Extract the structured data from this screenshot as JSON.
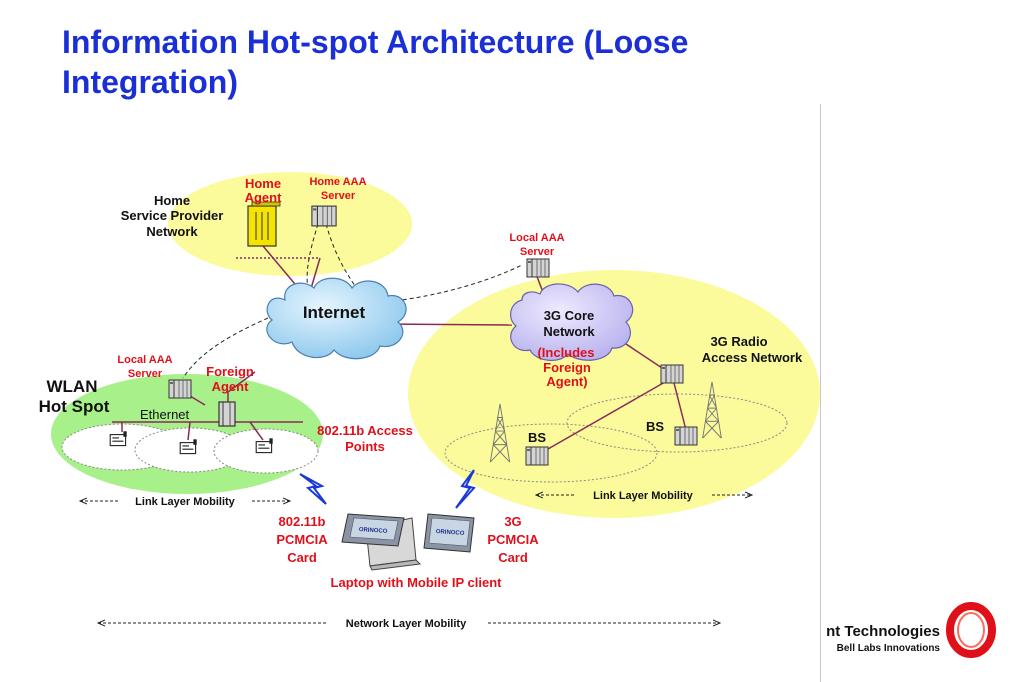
{
  "title": "Information Hot-spot Architecture (Loose Integration)",
  "labels": {
    "home_sp": [
      "Home",
      "Service Provider",
      "Network"
    ],
    "home_agent": [
      "Home",
      "Agent"
    ],
    "home_aaa": [
      "Home AAA",
      "Server"
    ],
    "local_aaa_right": [
      "Local AAA",
      "Server"
    ],
    "internet": "Internet",
    "core": [
      "3G Core",
      "Network"
    ],
    "core_sub": [
      "(Includes",
      "Foreign",
      "Agent)"
    ],
    "ran": [
      "3G Radio",
      "Access Network"
    ],
    "local_aaa_left": [
      "Local AAA",
      "Server"
    ],
    "foreign_agent": [
      "Foreign",
      "Agent"
    ],
    "wlan": [
      "WLAN",
      "Hot Spot"
    ],
    "ethernet": "Ethernet",
    "ap": [
      "802.11b Access",
      "Points"
    ],
    "bs": "BS",
    "link_left": "Link Layer Mobility",
    "link_right": "Link Layer Mobility",
    "card_left": [
      "802.11b",
      "PCMCIA",
      "Card"
    ],
    "card_right": [
      "3G",
      "PCMCIA",
      "Card"
    ],
    "card_brand": "ORINOCO",
    "laptop": "Laptop with Mobile IP client",
    "network_mobility": "Network Layer Mobility"
  },
  "logo": {
    "company": "nt Technologies",
    "tagline": "Bell Labs Innovations"
  },
  "colors": {
    "title": "#1a2fd6",
    "red_label": "#e0101a",
    "yellow_region": "#fbfb9c",
    "green_region": "#a8f08a",
    "cloud": "#a9d8f2",
    "core_cloud": "#c8c4f2",
    "link": "#8a2a5a",
    "logo": "#e0101a"
  }
}
